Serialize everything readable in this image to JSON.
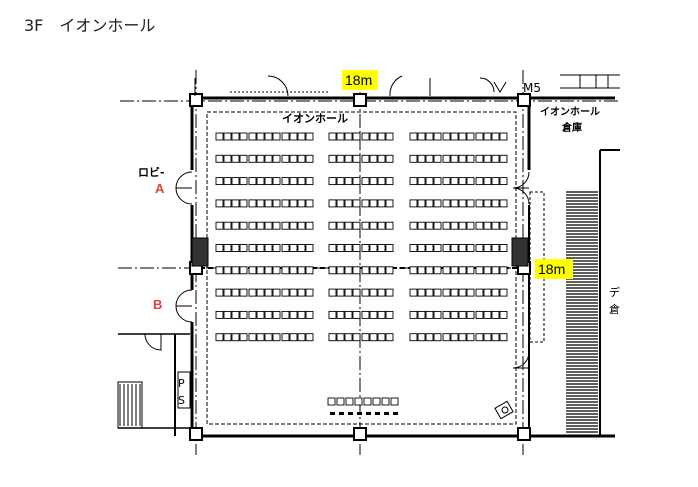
{
  "header": {
    "title": "3F　イオンホール"
  },
  "plan": {
    "hall_name": "イオンホール",
    "lobby": "ロビ-",
    "door_a": "A",
    "door_b": "B",
    "storage_name": "イオンホール",
    "storage_word": "倉庫",
    "ps_letters": [
      "P",
      "S"
    ],
    "edge_right_top": "デ",
    "edge_right_bottom": "倉",
    "top_code": "M5",
    "dimension_top": "18m",
    "dimension_right": "18m",
    "highlight_color": "#ffff00",
    "door_label_color": "#e0403a"
  }
}
